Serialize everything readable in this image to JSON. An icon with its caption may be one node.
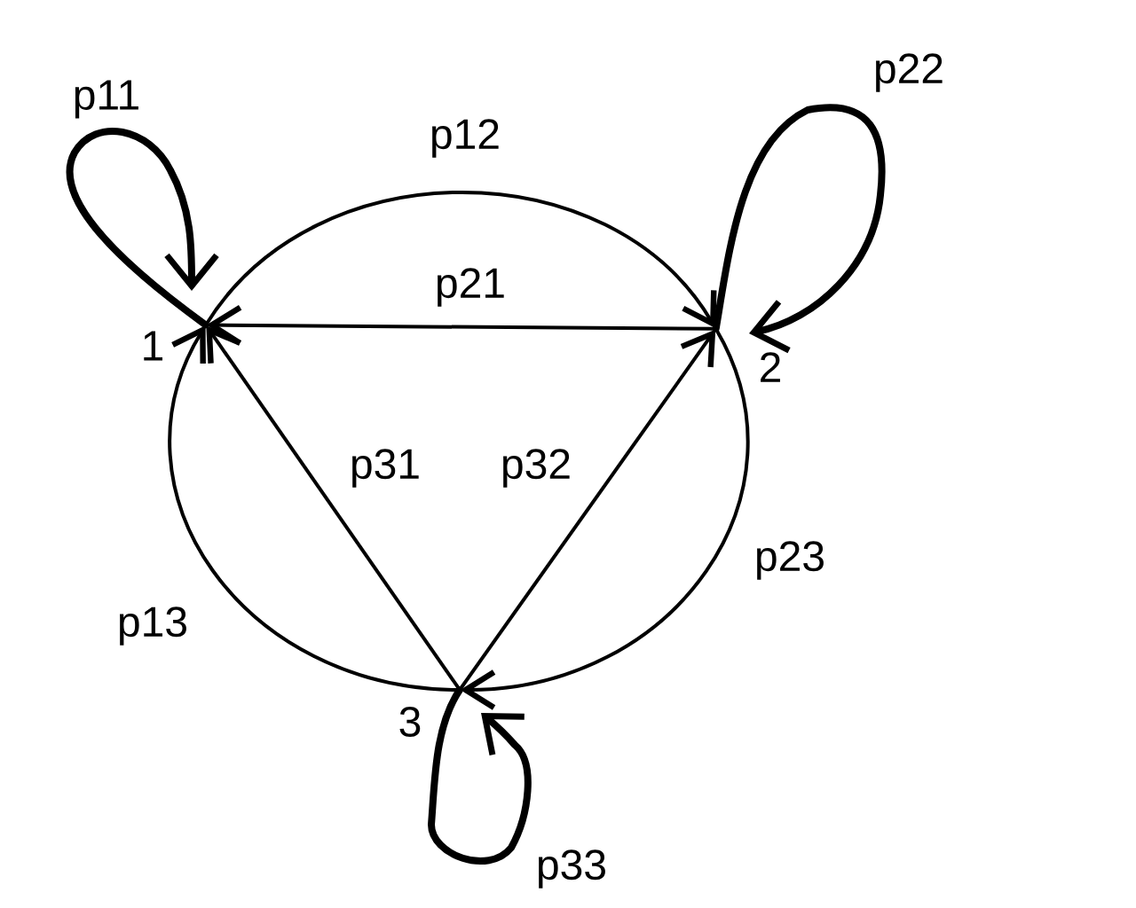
{
  "diagram": {
    "nodes": [
      {
        "text": [
          "1"
        ]
      },
      {
        "text": [
          "2"
        ]
      },
      {
        "text": [
          "3"
        ]
      }
    ],
    "edges": [
      {
        "from": 0,
        "to": 0,
        "arrow": "to",
        "label": "p11",
        "style": "thick"
      },
      {
        "from": 0,
        "to": 1,
        "arrow": "to",
        "label": "p12"
      },
      {
        "from": 2,
        "to": 0,
        "arrow": "to",
        "label": "p13"
      },
      {
        "from": 1,
        "to": 0,
        "arrow": "to",
        "label": "p21"
      },
      {
        "from": 1,
        "to": 1,
        "arrow": "to",
        "label": "p22",
        "style": "thick"
      },
      {
        "from": 1,
        "to": 2,
        "arrow": "to",
        "label": "p23"
      },
      {
        "from": 2,
        "to": 0,
        "arrow": "to",
        "label": "p31"
      },
      {
        "from": 2,
        "to": 1,
        "arrow": "to",
        "label": "p32"
      },
      {
        "from": 2,
        "to": 2,
        "arrow": "to",
        "label": "p33",
        "style": "thick"
      }
    ]
  }
}
